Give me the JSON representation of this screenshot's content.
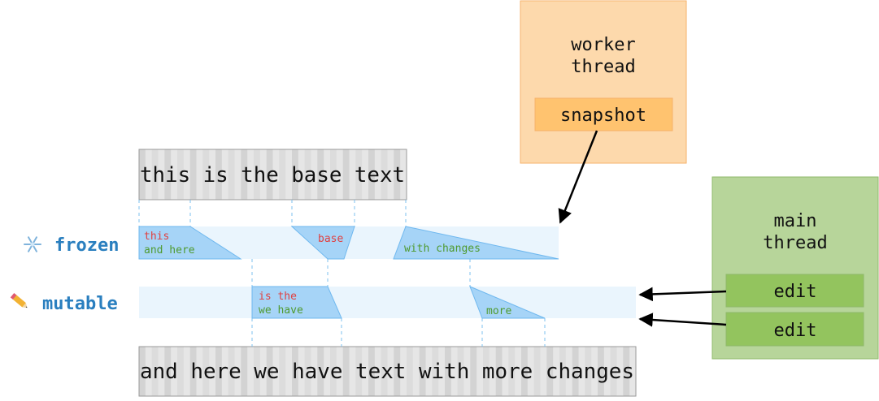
{
  "base_text": "this is the base text",
  "result_text": "and here we have text with more changes",
  "rows": {
    "frozen": {
      "label": "frozen",
      "icon": "snowflake-icon"
    },
    "mutable": {
      "label": "mutable",
      "icon": "pencil-icon"
    }
  },
  "worker": {
    "title_line1": "worker",
    "title_line2": "thread",
    "box_label": "snapshot"
  },
  "main": {
    "title_line1": "main",
    "title_line2": "thread",
    "edit1": "edit",
    "edit2": "edit"
  },
  "frozen_segments": [
    {
      "removed": "this",
      "added": "and here"
    },
    {
      "removed": "base",
      "added": ""
    },
    {
      "removed": "",
      "added": "with changes"
    }
  ],
  "mutable_segments": [
    {
      "removed": "is the",
      "added": "we have"
    },
    {
      "removed": "",
      "added": "more"
    }
  ],
  "colors": {
    "orange_fill": "#fdd9ac",
    "orange_border": "#f6b26b",
    "snapshot_fill": "#ffc36f",
    "green_fill": "#b7d59a",
    "green_border": "#8fb96b",
    "edit_fill": "#93c45e",
    "lane_fill": "#eaf5fd",
    "segment_fill": "#a6d4f7",
    "segment_stroke": "#6fb8ef",
    "removed_text": "#e04040",
    "added_text": "#4f9a2f",
    "row_label": "#2a7fbf"
  }
}
